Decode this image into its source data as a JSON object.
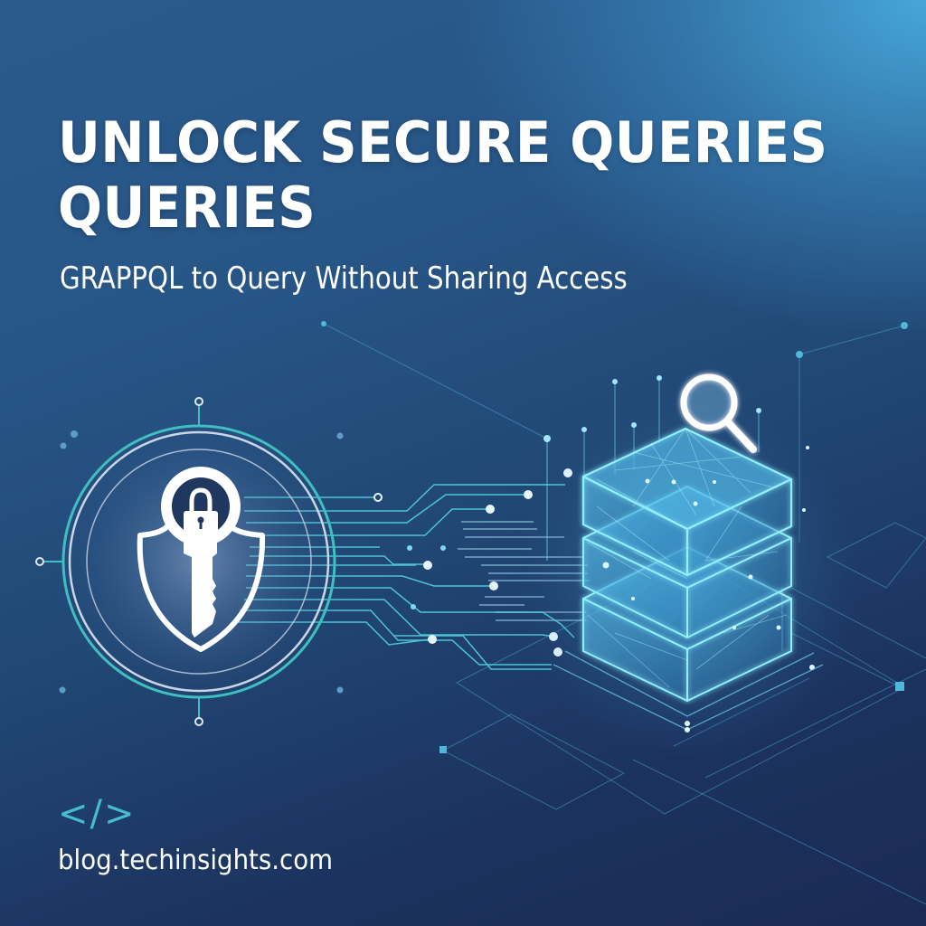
{
  "headline": {
    "line1": "UNLOCK SECURE QUERIES",
    "line2": "QUERIES"
  },
  "subtitle": "GRAPPQL to Query Without Sharing Access",
  "footer": {
    "code_icon_glyph": "</>",
    "code_icon_name": "code-brackets-icon",
    "domain": "blog.techinsights.com"
  },
  "illustration": {
    "left_icon": "shield-key-lock-icon",
    "right_icon": "database-stack-icon",
    "search_icon": "magnifying-glass-icon"
  },
  "colors": {
    "background_dark": "#1a2a55",
    "background_light": "#45a8db",
    "accent_teal": "#45bdd0",
    "glow_cyan": "#7fe6ff",
    "text": "#ffffff"
  }
}
